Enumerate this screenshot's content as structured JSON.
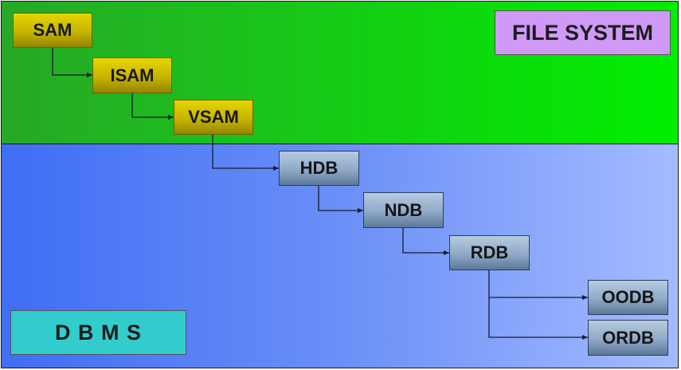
{
  "regions": {
    "file_system": {
      "label": "FILE SYSTEM"
    },
    "dbms": {
      "label": "D B M S"
    }
  },
  "nodes": {
    "sam": "SAM",
    "isam": "ISAM",
    "vsam": "VSAM",
    "hdb": "HDB",
    "ndb": "NDB",
    "rdb": "RDB",
    "oodb": "OODB",
    "ordb": "ORDB"
  },
  "edges": [
    [
      "SAM",
      "ISAM"
    ],
    [
      "ISAM",
      "VSAM"
    ],
    [
      "VSAM",
      "HDB"
    ],
    [
      "HDB",
      "NDB"
    ],
    [
      "NDB",
      "RDB"
    ],
    [
      "RDB",
      "OODB"
    ],
    [
      "RDB",
      "ORDB"
    ]
  ],
  "colors": {
    "file_system_region": "#18c818",
    "dbms_region": "#6a8ff7",
    "file_system_node": "#c6b400",
    "dbms_node": "#8fa9c7",
    "file_system_label": "#cf99f5",
    "dbms_label": "#33cccc",
    "connector": "#1a1a2e"
  }
}
